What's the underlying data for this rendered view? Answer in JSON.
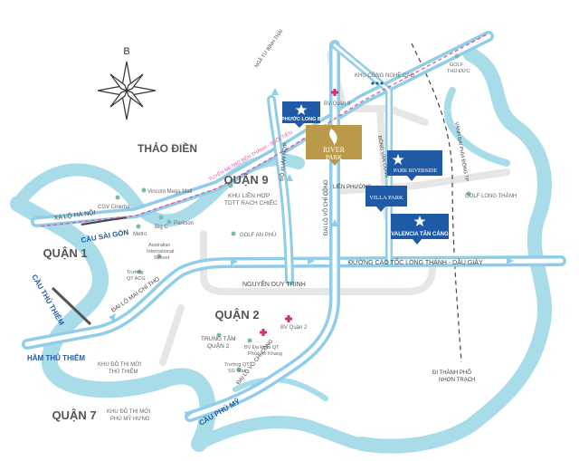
{
  "compass": {
    "north": "B"
  },
  "districts": {
    "thao_dien": "THẢO ĐIỀN",
    "quan9": "QUẬN 9",
    "quan1": "QUẬN 1",
    "quan2": "QUẬN 2",
    "quan7": "QUẬN 7"
  },
  "roads": {
    "xa_lo_ha_noi": "XA LỘ HÀ NỘI",
    "cau_sai_gon": "CẦU SÀI GÒN",
    "cau_thu_thiem": "CẦU THỦ THIÊM",
    "ham_thu_thiem": "HẦM THỦ THIÊM",
    "dai_lo_mai_chi_tho": "ĐẠI LỘ MAI CHÍ THỌ",
    "nguyen_duy_trinh": "NGUYỄN DUY TRINH",
    "cao_toc": "ĐƯỜNG CAO TỐC LONG THÀNH - DẦU GIÂY",
    "do_xuan_hop": "ĐỖ XUÂN HỢP",
    "dai_lo_vo_chi_cong": "ĐẠI LỘ VÕ CHÍ CÔNG",
    "lo_vo_chi_cong": "ĐẠI LỘ VÕ CHÍ CÔNG",
    "cau_phu_my": "CẦU PHÚ MỸ",
    "lien_phuong": "LIÊN PHƯỜNG",
    "tuyen_metro": "TUYẾN METRO BẾN THÀNH - SUỐI TIÊN",
    "nga_tu_binh_thai": "NGÃ TƯ BÌNH THÁI",
    "dong_van_cong": "ĐÔNG VĂN CỐNG",
    "vanh_dai": "VÀNH ĐAI PHÍA ĐÔNG TP"
  },
  "places": {
    "cgv": "CGV Cinema",
    "vincom": "Vincom Mega Mall",
    "metro": "Metro",
    "bigc": "Big C",
    "parkson": "Parkson",
    "ais": "Australian International School",
    "qt_acg": "Trường QT ACG",
    "golf_an_phu": "GOLF AN PHÚ",
    "khu_lien_hop": "KHU LIÊN HỢP TDTT RẠCH CHIẾC",
    "khu_cnc": "KHU CÔNG NGHỆ CAO",
    "golf_thu_duc": "GOLF THỦ ĐỨC",
    "golf_long_thanh": "GOLF LONG THÀNH",
    "bv_quan9": "BV Quận 9",
    "bv_quan2": "BV Quận 2",
    "bv_phuc_an_khang": "BV Đa khoa QT Phúc An Khang",
    "trung_tam_q2": "TRUNG TÂM QUẬN 2",
    "sg_star": "Trường QT SG Star",
    "ktdm_thu_thiem": "KHU ĐÔ THỊ MỚI THỦ THIÊM",
    "ktdm_phu_my_hung": "KHU ĐÔ THỊ MỚI PHÚ MỸ HƯNG",
    "nhon_trach": "ĐI THÀNH PHỐ NHƠN TRẠCH"
  },
  "projects": {
    "river_park_1": "RIVER",
    "river_park_2": "PARK",
    "phuoc_long": "PHƯỚC LONG B",
    "park_riverside": "PARK RIVERSIDE",
    "villa_park": "VILLA PARK",
    "valencia": "VALENCIA TÂN CẢNG"
  },
  "colors": {
    "river": "#a9dce9",
    "road_outer": "#8fcde8",
    "road_inner": "#ffffff",
    "road_gray": "#e6e6e6",
    "project_blue": "#1f5aa6",
    "river_park_gold": "#b99a48",
    "metro_line": "#e0559a",
    "district_text": "#555555",
    "hospital": "#d42c7b"
  }
}
